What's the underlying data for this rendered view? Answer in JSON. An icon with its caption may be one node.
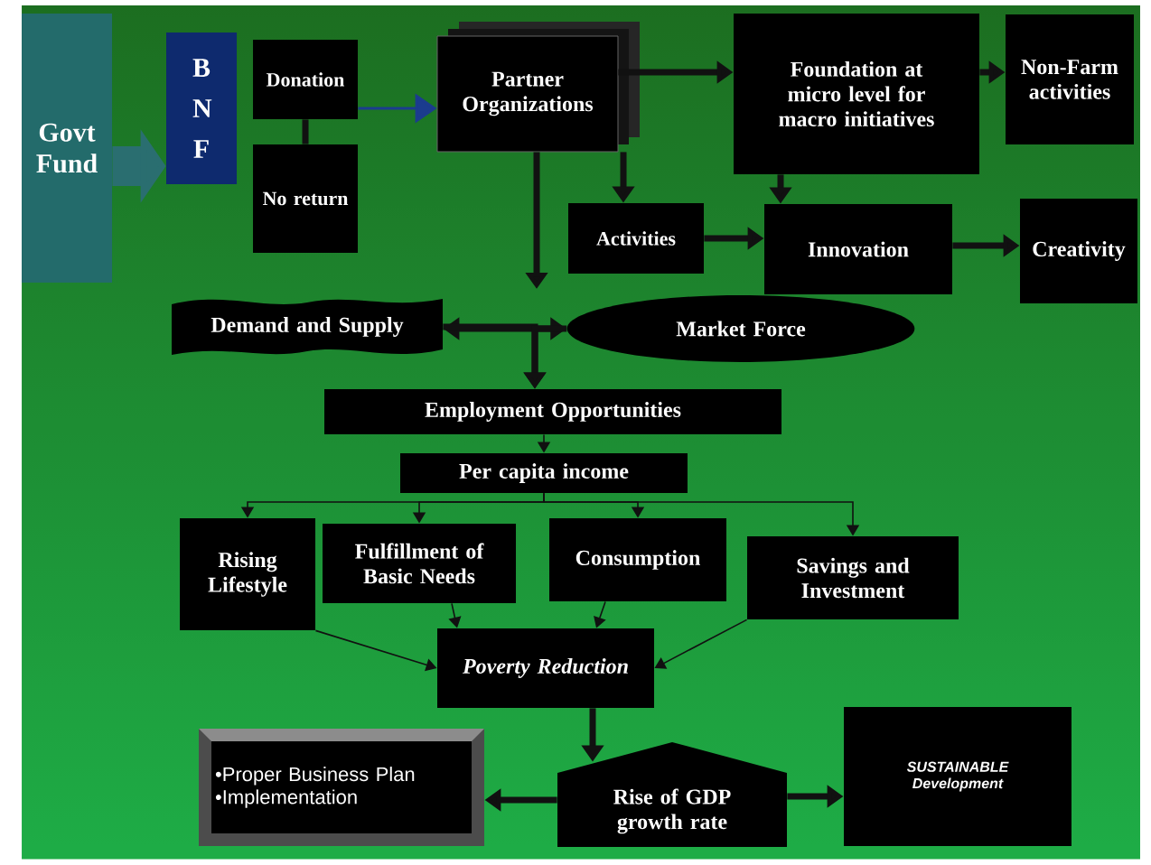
{
  "diagram": {
    "nodes": [
      {
        "text": [
          "Govt Fund"
        ]
      },
      {
        "text": [
          "B N F"
        ]
      },
      {
        "text": [
          "Donation"
        ]
      },
      {
        "text": [
          "No return"
        ]
      },
      {
        "text": [
          "Partner Organizations"
        ]
      },
      {
        "text": [
          "Foundation at micro level for macro initiatives"
        ]
      },
      {
        "text": [
          "Non-Farm activities"
        ]
      },
      {
        "text": [
          "Activities"
        ]
      },
      {
        "text": [
          "Innovation"
        ]
      },
      {
        "text": [
          "Creativity"
        ]
      },
      {
        "text": [
          "Demand and Supply"
        ]
      },
      {
        "text": [
          "Market Force"
        ]
      },
      {
        "text": [
          "Employment Opportunities"
        ]
      },
      {
        "text": [
          "Per capita income"
        ]
      },
      {
        "text": [
          "Rising Lifestyle"
        ]
      },
      {
        "text": [
          "Fulfillment of Basic Needs"
        ]
      },
      {
        "text": [
          "Consumption"
        ]
      },
      {
        "text": [
          "Savings and Investment"
        ]
      },
      {
        "text": [
          "Poverty Reduction"
        ]
      },
      {
        "text": [
          "•Proper Business Plan",
          "•Implementation"
        ]
      },
      {
        "text": [
          "Rise of GDP growth rate"
        ]
      },
      {
        "text": [
          "SUSTAINABLE Development"
        ]
      }
    ],
    "edges": [
      {
        "from": 0,
        "to": 1,
        "arrow": "to",
        "style": "thick",
        "color": "#2a6e70"
      },
      {
        "from": 2,
        "to": 4,
        "arrow": "to",
        "color": "#1b3c8e"
      },
      {
        "from": 2,
        "to": 3,
        "arrow": "none"
      },
      {
        "from": 4,
        "to": 5,
        "arrow": "to"
      },
      {
        "from": 5,
        "to": 6,
        "arrow": "to"
      },
      {
        "from": 4,
        "to": 7,
        "arrow": "to"
      },
      {
        "from": 5,
        "to": 8,
        "arrow": "to"
      },
      {
        "from": 7,
        "to": 8,
        "arrow": "to"
      },
      {
        "from": 8,
        "to": 9,
        "arrow": "to"
      },
      {
        "from": 4,
        "to": null,
        "arrow": "to"
      },
      {
        "from": 10,
        "to": 11,
        "arrow": "both"
      },
      {
        "from": 10,
        "to": 12,
        "arrow": "to"
      },
      {
        "from": 11,
        "to": 12,
        "arrow": "to"
      },
      {
        "from": 12,
        "to": 13,
        "arrow": "to"
      },
      {
        "from": 13,
        "to": 14,
        "arrow": "to"
      },
      {
        "from": 13,
        "to": 15,
        "arrow": "to"
      },
      {
        "from": 13,
        "to": 16,
        "arrow": "to"
      },
      {
        "from": 13,
        "to": 17,
        "arrow": "to"
      },
      {
        "from": 14,
        "to": 18,
        "arrow": "to"
      },
      {
        "from": 15,
        "to": 18,
        "arrow": "to"
      },
      {
        "from": 16,
        "to": 18,
        "arrow": "to"
      },
      {
        "from": 17,
        "to": 18,
        "arrow": "to"
      },
      {
        "from": 18,
        "to": 20,
        "arrow": "to"
      },
      {
        "from": 20,
        "to": 19,
        "arrow": "to"
      },
      {
        "from": 20,
        "to": 21,
        "arrow": "to"
      }
    ]
  }
}
